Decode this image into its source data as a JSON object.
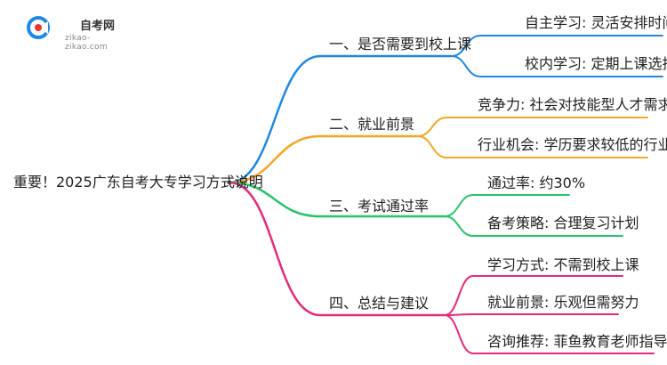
{
  "logo": {
    "title": "自考网",
    "subtitle": "zikao-zikao.com",
    "colors": [
      "#1e88e5",
      "#e53935"
    ]
  },
  "root": {
    "label": "重要！2025广东自考大专学习方式说明"
  },
  "branches": [
    {
      "label": "一、是否需要到校上课",
      "color": "#1e88e5",
      "children": [
        {
          "label": "自主学习: 灵活安排时间"
        },
        {
          "label": "校内学习: 定期上课选择"
        }
      ]
    },
    {
      "label": "二、就业前景",
      "color": "#f5a623",
      "children": [
        {
          "label": "竞争力: 社会对技能型人才需求"
        },
        {
          "label": "行业机会: 学历要求较低的行业"
        }
      ]
    },
    {
      "label": "三、考试通过率",
      "color": "#27c46b",
      "children": [
        {
          "label": "通过率: 约30%"
        },
        {
          "label": "备考策略: 合理复习计划"
        }
      ]
    },
    {
      "label": "四、总结与建议",
      "color": "#e8287a",
      "children": [
        {
          "label": "学习方式: 不需到校上课"
        },
        {
          "label": "就业前景: 乐观但需努力"
        },
        {
          "label": "咨询推荐: 菲鱼教育老师指导"
        }
      ]
    }
  ]
}
